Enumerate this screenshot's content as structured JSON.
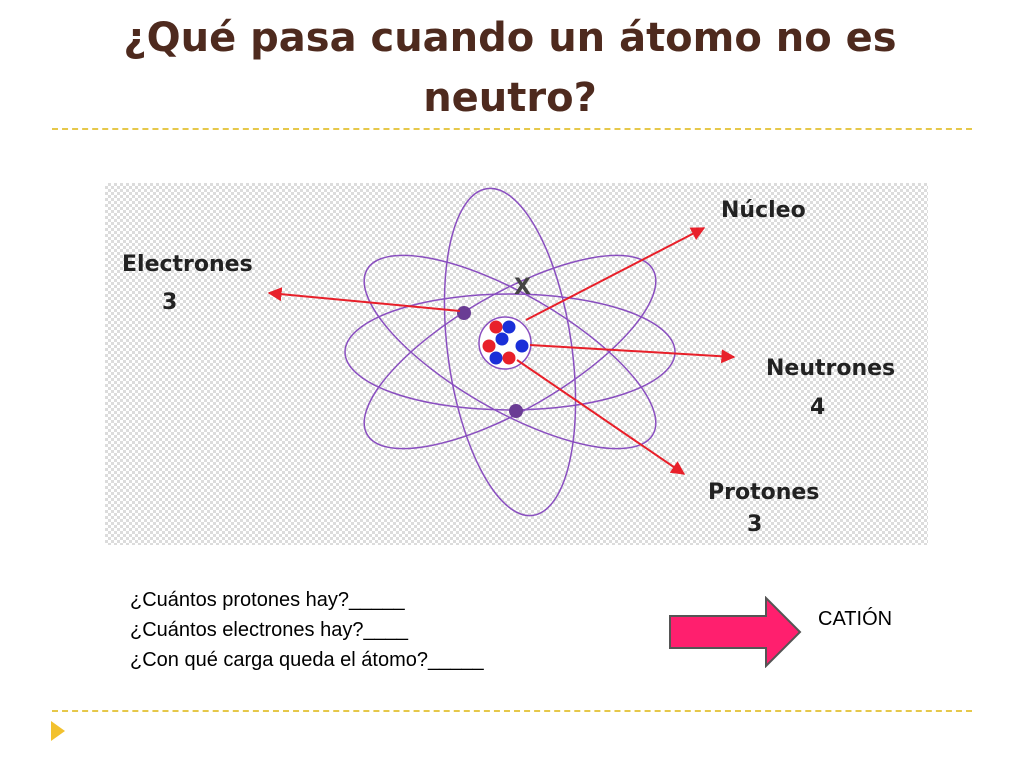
{
  "slide": {
    "title": "¿Qué pasa cuando un átomo no es neutro?"
  },
  "diagram": {
    "nucleus_label": "Núcleo",
    "electrons_label": "Electrones",
    "electrons_count": "3",
    "neutrons_label": "Neutrones",
    "neutrons_count": "4",
    "protons_label": "Protones",
    "protons_count": "3",
    "removed_marker": "X"
  },
  "questions": {
    "q1": "¿Cuántos protones hay?_____",
    "q2": "¿Cuántos electrones hay?____",
    "q3": "¿Con qué carga queda el átomo?_____"
  },
  "answer": {
    "label": "CATIÓN"
  },
  "colors": {
    "title": "#4e2a1e",
    "accent_rule": "#e6c84a",
    "orbit": "#8a4fc0",
    "pointer_arrow": "#e8202a",
    "proton": "#e8202a",
    "neutron": "#1a2fd8",
    "electron": "#6a3c94",
    "answer_arrow": "#ff1f6e"
  }
}
